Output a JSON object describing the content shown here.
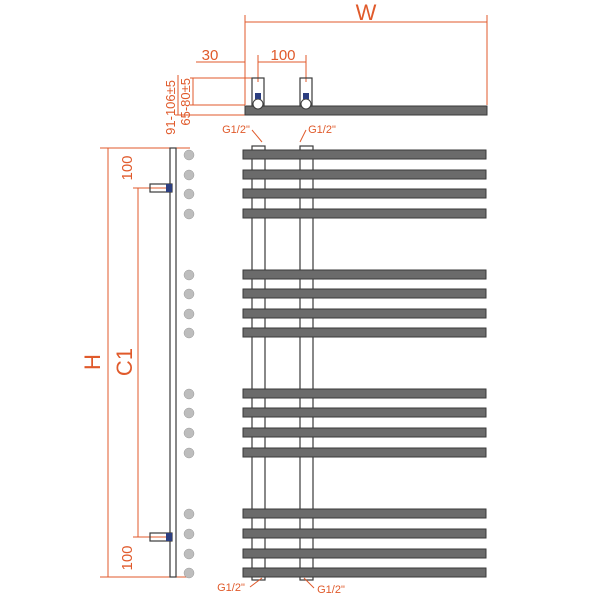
{
  "labels": {
    "width": "W",
    "height": "H",
    "center": "C1",
    "dim_100_top": "100",
    "dim_30": "30",
    "dim_91_106": "91-106±5",
    "dim_65_80": "65-80±5",
    "dim_100_side_top": "100",
    "dim_100_side_bottom": "100",
    "conn_top_left": "G1/2\"",
    "conn_top_right": "G1/2\"",
    "conn_bottom_left": "G1/2\"",
    "conn_bottom_right": "G1/2\""
  },
  "colors": {
    "dimension": "#e05a2b",
    "bar_fill": "#6b6b6b",
    "outline": "#3a3a3a",
    "dot": "#bdbdbd"
  }
}
